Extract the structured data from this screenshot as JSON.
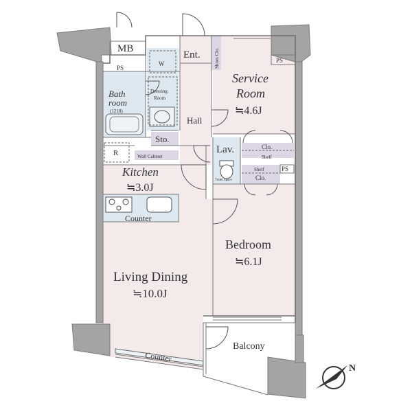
{
  "rooms": {
    "service_room": {
      "name_line1": "Service",
      "name_line2": "Room",
      "size": "≒4.6J"
    },
    "kitchen": {
      "name": "Kitchen",
      "size": "≒3.0J"
    },
    "bedroom": {
      "name": "Bedroom",
      "size": "≒6.1J"
    },
    "living_dining": {
      "name": "Living Dining",
      "size": "≒10.0J"
    },
    "bath": {
      "name_line1": "Bath",
      "name_line2": "room",
      "spec": "(1218)"
    },
    "dressing": {
      "name_line1": "Dressing",
      "name_line2": "Room"
    },
    "lav": {
      "name": "Lav."
    },
    "balcony": {
      "name": "Balcony"
    }
  },
  "labels": {
    "mb": "MB",
    "ent": "Ent.",
    "shoes_clo": "Shoes Clo.",
    "ps_top": "PS",
    "ps_left": "PS",
    "ps_right": "PS",
    "washer": "W",
    "hall": "Hall",
    "sto": "Sto.",
    "fridge": "R",
    "wall_cabinet": "Wall Cabinet",
    "counter_kitchen": "Counter",
    "counter_window": "Counter",
    "clo_upper": "Clo.",
    "shelf_upper": "Shelf",
    "shelf_lower": "Shelf",
    "clo_lower": "Clo.",
    "toilet_space": "Toilet Space",
    "north": "N"
  },
  "colors": {
    "floor": "#f4eaea",
    "wet_area": "#dde8f0",
    "storage": "#ddd6e6",
    "wall": "#a4a4a4"
  }
}
